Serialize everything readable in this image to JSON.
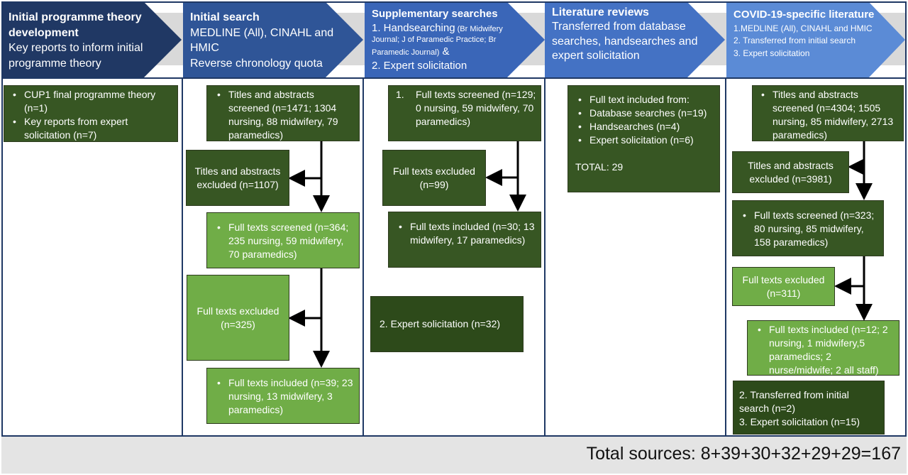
{
  "columns": [
    {
      "title": "Initial programme theory development",
      "title_lines": [
        "Initial programme theory",
        "development"
      ],
      "subtitle_lines": [
        "Key reports to inform initial",
        "programme theory"
      ],
      "boxes": {
        "main": [
          "CUP1 final programme theory (n=1)",
          "Key reports from expert solicitation (n=7)"
        ]
      }
    },
    {
      "title": "Initial search",
      "subtitle_lines": [
        "MEDLINE (All), CINAHL and",
        "HMIC",
        "Reverse chronology quota"
      ],
      "boxes": {
        "screened": "Titles and abstracts screened (n=1471; 1304 nursing, 88 midwifery, 79 paramedics)",
        "excluded_ta": "Titles and abstracts excluded (n=1107)",
        "fulltext": "Full texts screened (n=364; 235 nursing, 59 midwifery, 70 paramedics)",
        "excluded_ft": "Full texts excluded (n=325)",
        "included": "Full texts included (n=39; 23 nursing, 13 midwifery, 3 paramedics)"
      }
    },
    {
      "title": "Supplementary searches",
      "line1_main": "1. Handsearching",
      "line1_small": " (Br Midwifery",
      "line2_small": "Journal; J of Paramedic Practice; Br",
      "line3_small": "Paramedic Journal)",
      "line3_amp": " &",
      "line4": "2. Expert solicitation",
      "boxes": {
        "num": "1.",
        "screened": "Full texts screened (n=129; 0 nursing, 59 midwifery, 70 paramedics)",
        "excluded": "Full texts excluded (n=99)",
        "included": "Full texts included (n=30; 13 midwifery, 17 paramedics)",
        "expert": "2. Expert solicitation (n=32)"
      }
    },
    {
      "title": "Literature reviews",
      "subtitle_lines": [
        "Transferred from database",
        "searches, handsearches and",
        "expert solicitation"
      ],
      "boxes": {
        "items": [
          "Full text included from:",
          "Database searches (n=19)",
          "Handsearches (n=4)",
          "Expert solicitation (n=6)"
        ],
        "total": "TOTAL: 29"
      }
    },
    {
      "title": "COVID-19-specific literature",
      "subtitle_lines": [
        "1.MEDLINE (All), CINAHL and HMIC",
        "2. Transferred from initial search",
        "3. Expert solicitation"
      ],
      "boxes": {
        "screened": "Titles and abstracts screened (n=4304; 1505 nursing, 85 midwifery, 2713 paramedics)",
        "excluded_ta": "Titles and abstracts excluded (n=3981)",
        "fulltext": "Full texts screened (n=323; 80 nursing, 85 midwifery, 158 paramedics)",
        "excluded_ft": "Full texts excluded (n=311)",
        "included": "Full texts included (n=12; 2 nursing, 1 midwifery,5 paramedics; 2 nurse/midwife; 2 all staff)",
        "transferred": "2. Transferred from initial search (n=2)",
        "expert": "3. Expert solicitation (n=15)"
      }
    }
  ],
  "total_sources": "Total sources: 8+39+30+32+29+29=167",
  "colors": {
    "header1": "#203864",
    "header2": "#2f5597",
    "header3": "#3a66b8",
    "header4": "#4472c4",
    "header5": "#5b8bd6",
    "dark_green": "#375623",
    "light_green": "#70ad47",
    "band": "#d9d9d9"
  }
}
